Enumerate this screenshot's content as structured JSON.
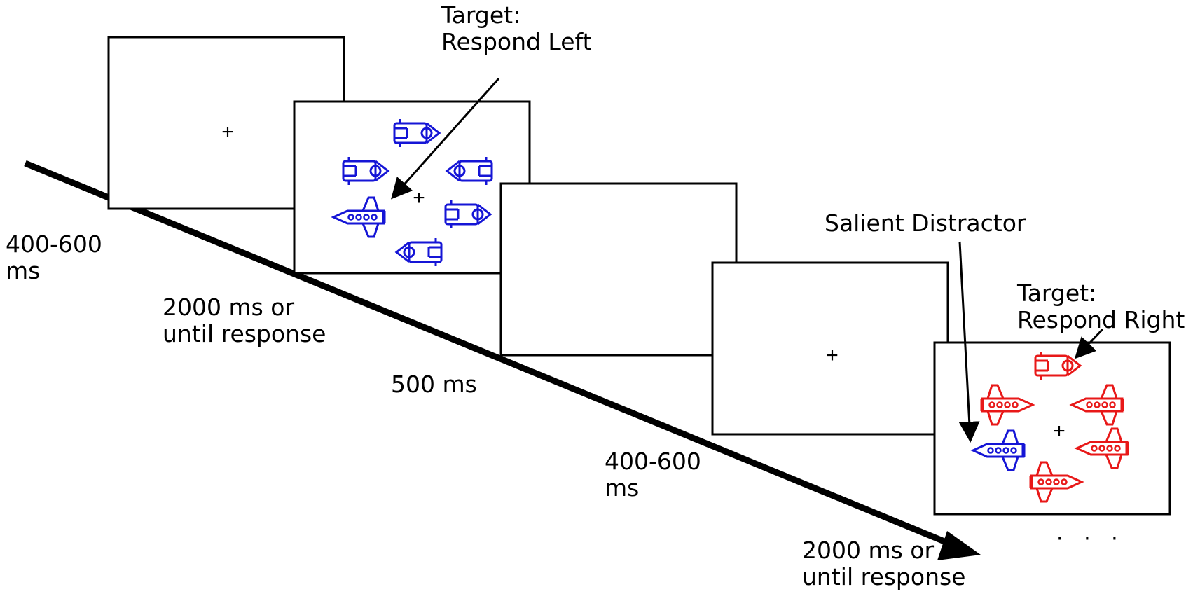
{
  "timeline": {
    "labels": {
      "fixation_1": [
        "400-600",
        "ms"
      ],
      "search_1": [
        "2000 ms or",
        "until response"
      ],
      "blank": [
        "500 ms"
      ],
      "fixation_2": [
        "400-600",
        "ms"
      ],
      "search_2": [
        "2000 ms or",
        "until response"
      ]
    },
    "fixation_symbol": "+",
    "continuation": "· · ·"
  },
  "annotations": {
    "target_left": [
      "Target:",
      "Respond Left"
    ],
    "salient_distractor": "Salient Distractor",
    "target_right": [
      "Target:",
      "Respond Right"
    ]
  },
  "colors": {
    "blue_items": "#1515d6",
    "red_items": "#e81818",
    "ink": "#000000"
  },
  "icons": {
    "ship_rounded": "rounded-ship-icon",
    "ship_pointed": "pointed-rocket-icon"
  }
}
